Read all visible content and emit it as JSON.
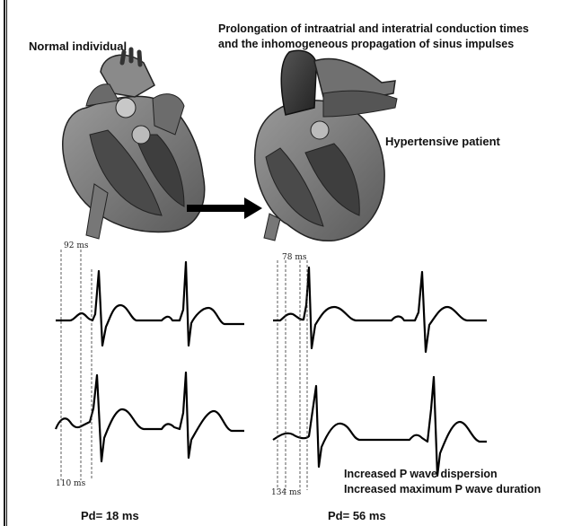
{
  "labels": {
    "normal": "Normal individual",
    "prolongation_line1": "Prolongation of intraatrial and interatrial conduction times",
    "prolongation_line2": "and the inhomogeneous propagation of sinus impulses",
    "hypertensive": "Hypertensive patient",
    "increased_line1": "Increased P wave dispersion",
    "increased_line2": "Increased maximum P wave duration"
  },
  "measurements": {
    "normal_min": "92 ms",
    "normal_max": "110 ms",
    "hyper_min": "78 ms",
    "hyper_max": "134 ms"
  },
  "results": {
    "normal_pd": "Pd= 18 ms",
    "hyper_pd": "Pd= 56 ms"
  }
}
